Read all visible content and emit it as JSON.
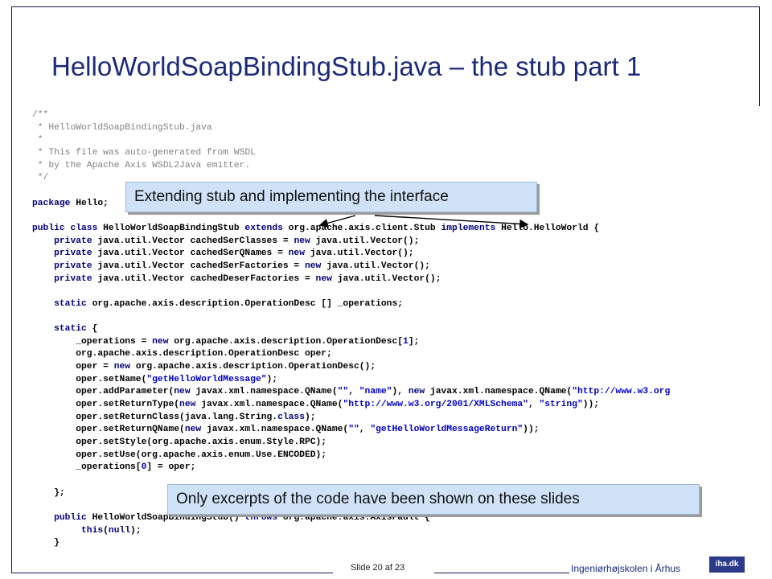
{
  "slide": {
    "title": "HelloWorldSoapBindingStub.java – the stub part 1",
    "callout_top": "Extending stub and implementing the interface",
    "callout_bottom": "Only excerpts of the code have been shown on these slides",
    "slide_number": "Slide 20 af 23",
    "institution": "Ingeniørhøjskolen i Århus",
    "logo_text": "iha.dk"
  },
  "code_lines": [
    "/**",
    " * HelloWorldSoapBindingStub.java",
    " *",
    " * This file was auto-generated from WSDL",
    " * by the Apache Axis WSDL2Java emitter.",
    " */",
    "",
    "package Hello;",
    "",
    "public class HelloWorldSoapBindingStub extends org.apache.axis.client.Stub implements Hello.HelloWorld {",
    "    private java.util.Vector cachedSerClasses = new java.util.Vector();",
    "    private java.util.Vector cachedSerQNames = new java.util.Vector();",
    "    private java.util.Vector cachedSerFactories = new java.util.Vector();",
    "    private java.util.Vector cachedDeserFactories = new java.util.Vector();",
    "",
    "    static org.apache.axis.description.OperationDesc [] _operations;",
    "",
    "    static {",
    "        _operations = new org.apache.axis.description.OperationDesc[1];",
    "        org.apache.axis.description.OperationDesc oper;",
    "        oper = new org.apache.axis.description.OperationDesc();",
    "        oper.setName(\"getHelloWorldMessage\");",
    "        oper.addParameter(new javax.xml.namespace.QName(\"\", \"name\"), new javax.xml.namespace.QName(\"http://www.w3.org",
    "        oper.setReturnType(new javax.xml.namespace.QName(\"http://www.w3.org/2001/XMLSchema\", \"string\"));",
    "        oper.setReturnClass(java.lang.String.class);",
    "        oper.setReturnQName(new javax.xml.namespace.QName(\"\", \"getHelloWorldMessageReturn\"));",
    "        oper.setStyle(org.apache.axis.enum.Style.RPC);",
    "        oper.setUse(org.apache.axis.enum.Use.ENCODED);",
    "        _operations[0] = oper;",
    "",
    "    };",
    "",
    "    public HelloWorldSoapBindingStub() throws org.apache.axis.AxisFault {",
    "         this(null);",
    "    }"
  ]
}
